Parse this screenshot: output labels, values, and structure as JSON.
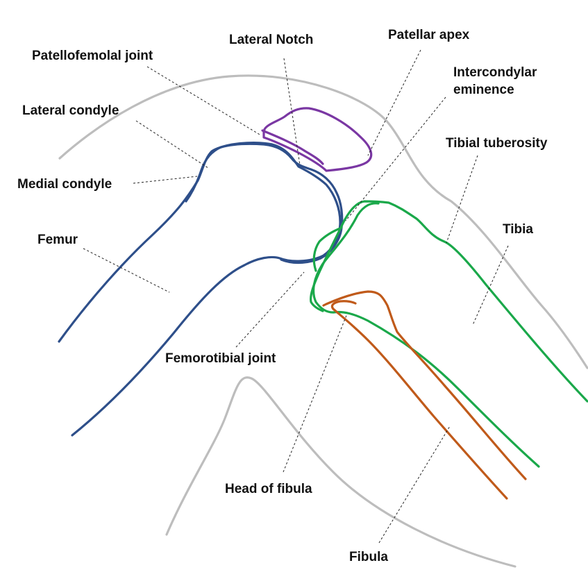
{
  "colors": {
    "skin": "#bdbdbd",
    "femur": "#2e4f8a",
    "patella": "#7a37a3",
    "tibia": "#1aa84a",
    "fibula": "#c05a1a",
    "text": "#111111"
  },
  "labels": {
    "lateral_notch": "Lateral Notch",
    "patellar_apex": "Patellar apex",
    "patellofemoral_joint": "Patellofemolal joint",
    "intercondylar_eminence_line1": "Intercondylar",
    "intercondylar_eminence_line2": "eminence",
    "lateral_condyle": "Lateral condyle",
    "tibial_tuberosity": "Tibial tuberosity",
    "medial_condyle": "Medial condyle",
    "tibia": "Tibia",
    "femur": "Femur",
    "femorotibial_joint": "Femorotibial joint",
    "head_of_fibula": "Head of fibula",
    "fibula": "Fibula"
  }
}
